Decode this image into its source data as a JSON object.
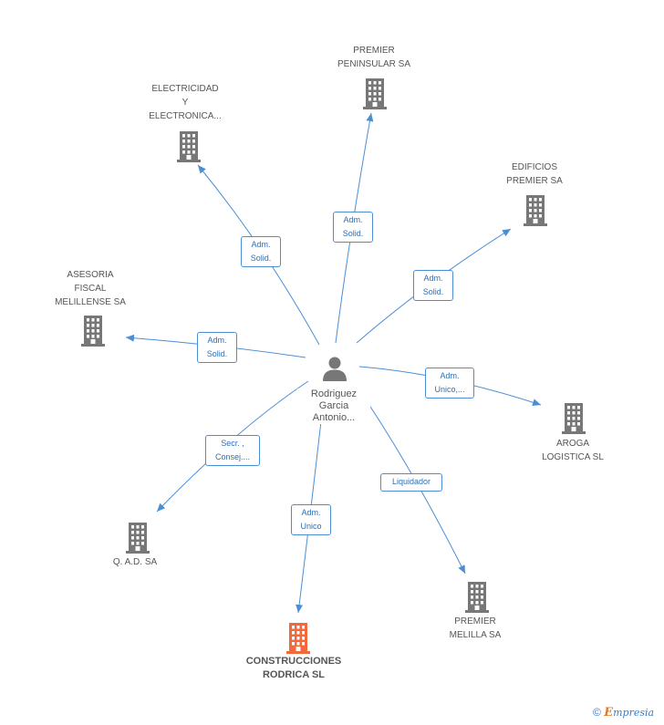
{
  "colors": {
    "edge": "#4a8fd6",
    "building": "#777777",
    "highlight": "#f26a3b",
    "person": "#777777"
  },
  "center": {
    "name": "Rodriguez\nGarcia\nAntonio...",
    "icon": "person-icon"
  },
  "nodes": [
    {
      "id": "premier-peninsular",
      "name": "PREMIER\nPENINSULAR SA",
      "icon": "building-icon",
      "role": "Adm.\nSolid."
    },
    {
      "id": "electricidad",
      "name": "ELECTRICIDAD\nY\nELECTRONICA...",
      "icon": "building-icon",
      "role": "Adm.\nSolid."
    },
    {
      "id": "edificios-premier",
      "name": "EDIFICIOS\nPREMIER SA",
      "icon": "building-icon",
      "role": "Adm.\nSolid."
    },
    {
      "id": "asesoria-fiscal",
      "name": "ASESORIA\nFISCAL\nMELILLENSE SA",
      "icon": "building-icon",
      "role": "Adm.\nSolid."
    },
    {
      "id": "aroga-logistica",
      "name": "AROGA\nLOGISTICA SL",
      "icon": "building-icon",
      "role": "Adm.\nUnico,..."
    },
    {
      "id": "qad",
      "name": "Q. A.D. SA",
      "icon": "building-icon",
      "role": "Secr. ,\nConsej...."
    },
    {
      "id": "construcciones-rodrica",
      "name": "CONSTRUCCIONES\nRODRICA SL",
      "icon": "building-icon",
      "role": "Adm.\nUnico",
      "highlight": true
    },
    {
      "id": "premier-melilla",
      "name": "PREMIER\nMELILLA SA",
      "icon": "building-icon",
      "role": "Liquidador"
    }
  ],
  "footer": {
    "copyright": "©",
    "brand_e": "E",
    "brand_rest": "mpresia"
  }
}
